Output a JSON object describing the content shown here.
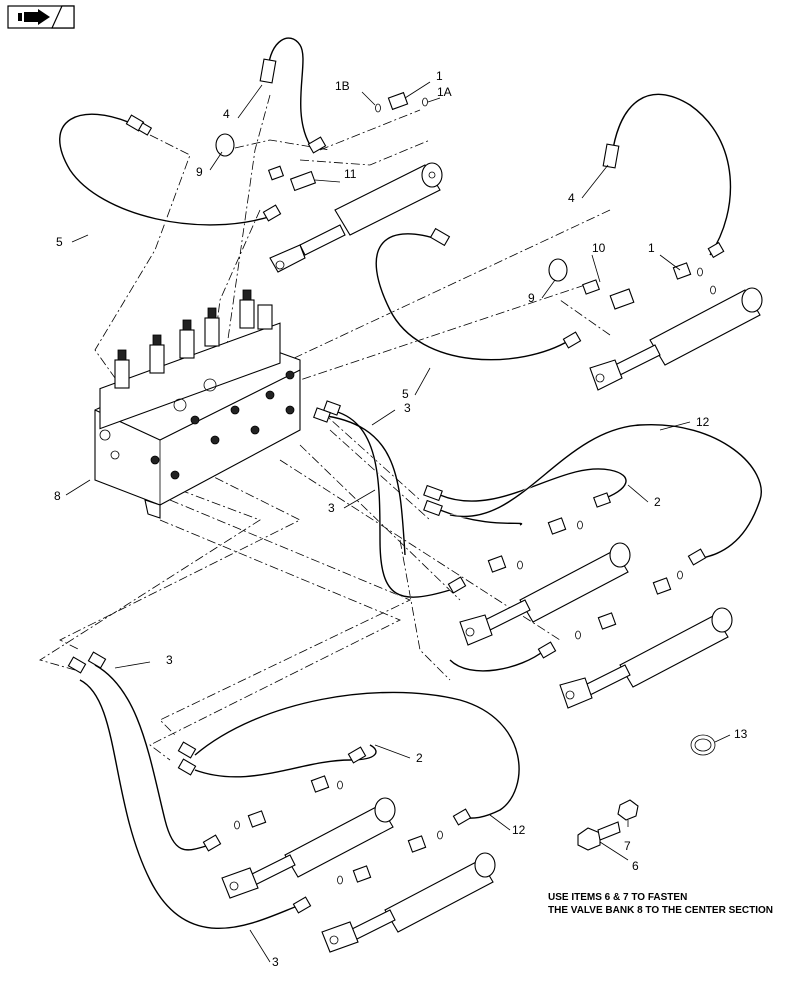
{
  "nav_icon": "nav-arrow-icon",
  "callouts": [
    {
      "id": "c1a",
      "text": "1"
    },
    {
      "id": "c1b",
      "text": "1B"
    },
    {
      "id": "c1c",
      "text": "1A"
    },
    {
      "id": "c4a",
      "text": "4"
    },
    {
      "id": "c9a",
      "text": "9"
    },
    {
      "id": "c11",
      "text": "11"
    },
    {
      "id": "c5a",
      "text": "5"
    },
    {
      "id": "c4b",
      "text": "4"
    },
    {
      "id": "c10",
      "text": "10"
    },
    {
      "id": "c1d",
      "text": "1"
    },
    {
      "id": "c9b",
      "text": "9"
    },
    {
      "id": "c5b",
      "text": "5"
    },
    {
      "id": "c3a",
      "text": "3"
    },
    {
      "id": "c12a",
      "text": "12"
    },
    {
      "id": "c8",
      "text": "8"
    },
    {
      "id": "c3b",
      "text": "3"
    },
    {
      "id": "c2a",
      "text": "2"
    },
    {
      "id": "c3c",
      "text": "3"
    },
    {
      "id": "c2b",
      "text": "2"
    },
    {
      "id": "c13",
      "text": "13"
    },
    {
      "id": "c12b",
      "text": "12"
    },
    {
      "id": "c7",
      "text": "7"
    },
    {
      "id": "c6",
      "text": "6"
    },
    {
      "id": "c3d",
      "text": "3"
    }
  ],
  "note": {
    "line1": "USE ITEMS 6 & 7 TO FASTEN",
    "line2": "THE VALVE BANK 8 TO THE CENTER SECTION"
  }
}
